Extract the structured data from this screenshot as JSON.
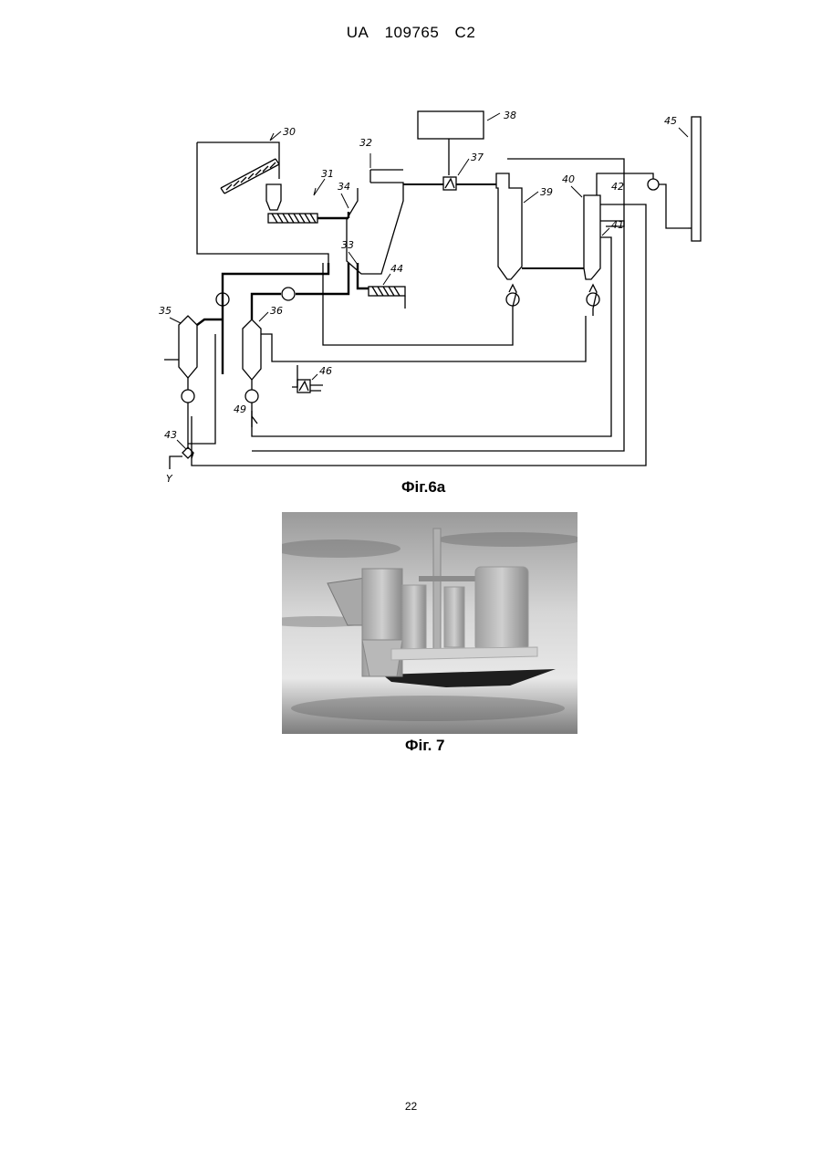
{
  "header": {
    "office": "UA",
    "number": "109765",
    "kind": "C2"
  },
  "figure_6a": {
    "caption": "Фіг.6а",
    "labels": {
      "l30": "30",
      "l31": "31",
      "l32": "32",
      "l33": "33",
      "l34": "34",
      "l35": "35",
      "l36": "36",
      "l37": "37",
      "l38": "38",
      "l39": "39",
      "l40": "40",
      "l41": "41",
      "l42": "42",
      "l43": "43",
      "l44": "44",
      "l45": "45",
      "l46": "46",
      "l49": "49",
      "outlet": "Y"
    }
  },
  "figure_7": {
    "caption": "Фіг. 7"
  },
  "page_number": "22"
}
